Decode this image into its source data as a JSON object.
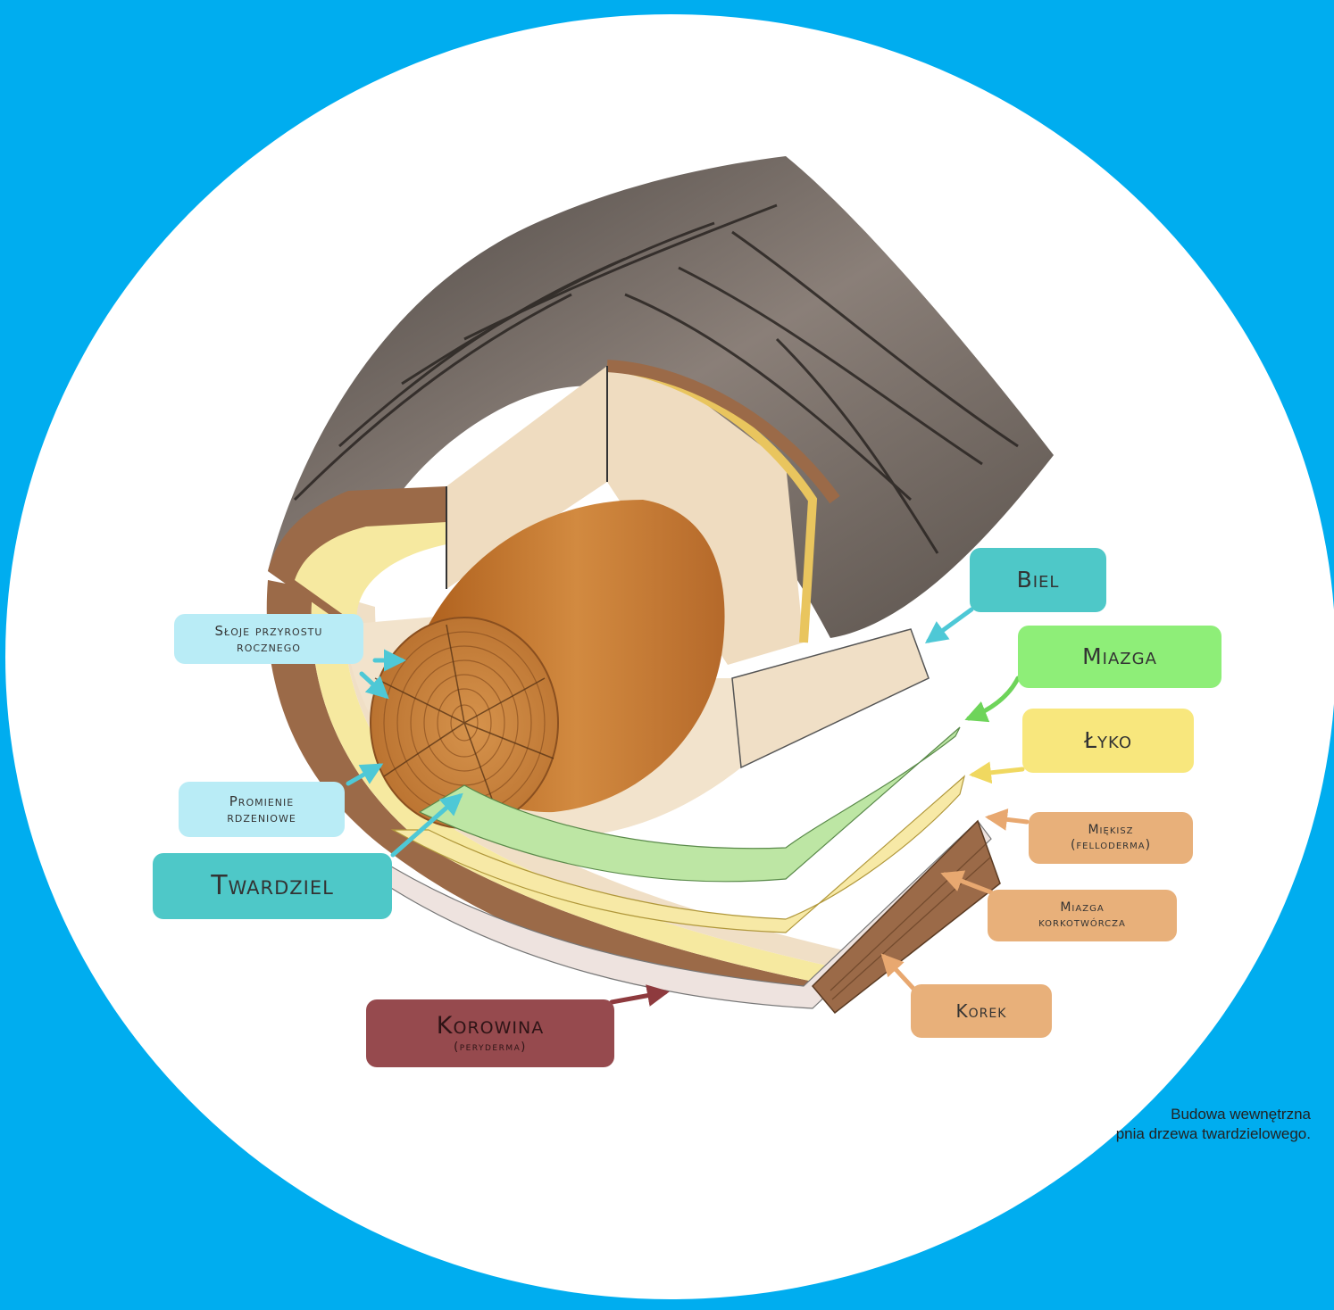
{
  "labels": {
    "sloje": {
      "line1": "Słoje przyrostu",
      "line2": "rocznego",
      "bg": "#b9ecf6"
    },
    "promienie": {
      "line1": "Promienie",
      "line2": "rdzeniowe",
      "bg": "#b9ecf6"
    },
    "twardziel": {
      "text": "Twardziel",
      "bg": "#4ec8c8"
    },
    "korowina": {
      "line1": "Korowina",
      "line2": "(peryderma)",
      "bg": "#964a4e"
    },
    "biel": {
      "text": "Biel",
      "bg": "#4ec8c8"
    },
    "miazga": {
      "text": "Miazga",
      "bg": "#8eee78"
    },
    "lyko": {
      "text": "Łyko",
      "bg": "#f8e77d"
    },
    "miekisz": {
      "line1": "Miękisz",
      "line2": "(felloderma)",
      "bg": "#e8b07a"
    },
    "miazga_korkotworcza": {
      "line1": "Miazga",
      "line2": "korkotwórcza",
      "bg": "#e8b07a"
    },
    "korek": {
      "text": "Korek",
      "bg": "#e8b07a"
    }
  },
  "caption": {
    "line1": "Budowa wewnętrzna",
    "line2": "pnia drzewa twardzielowego."
  },
  "colors": {
    "background": "#00adef",
    "circle": "#ffffff",
    "bark": "#6b5a52",
    "heartwood": "#c47a35",
    "sapwood": "#f0dfc6",
    "cambium": "#a8dd8e",
    "phloem": "#f6e9a0",
    "cork": "#9b6a48",
    "arrow_cyan": "#4ec8d6",
    "arrow_green": "#6ed45a",
    "arrow_yellow": "#f0d860",
    "arrow_orange": "#e8a870",
    "arrow_red": "#8e3a3e"
  }
}
